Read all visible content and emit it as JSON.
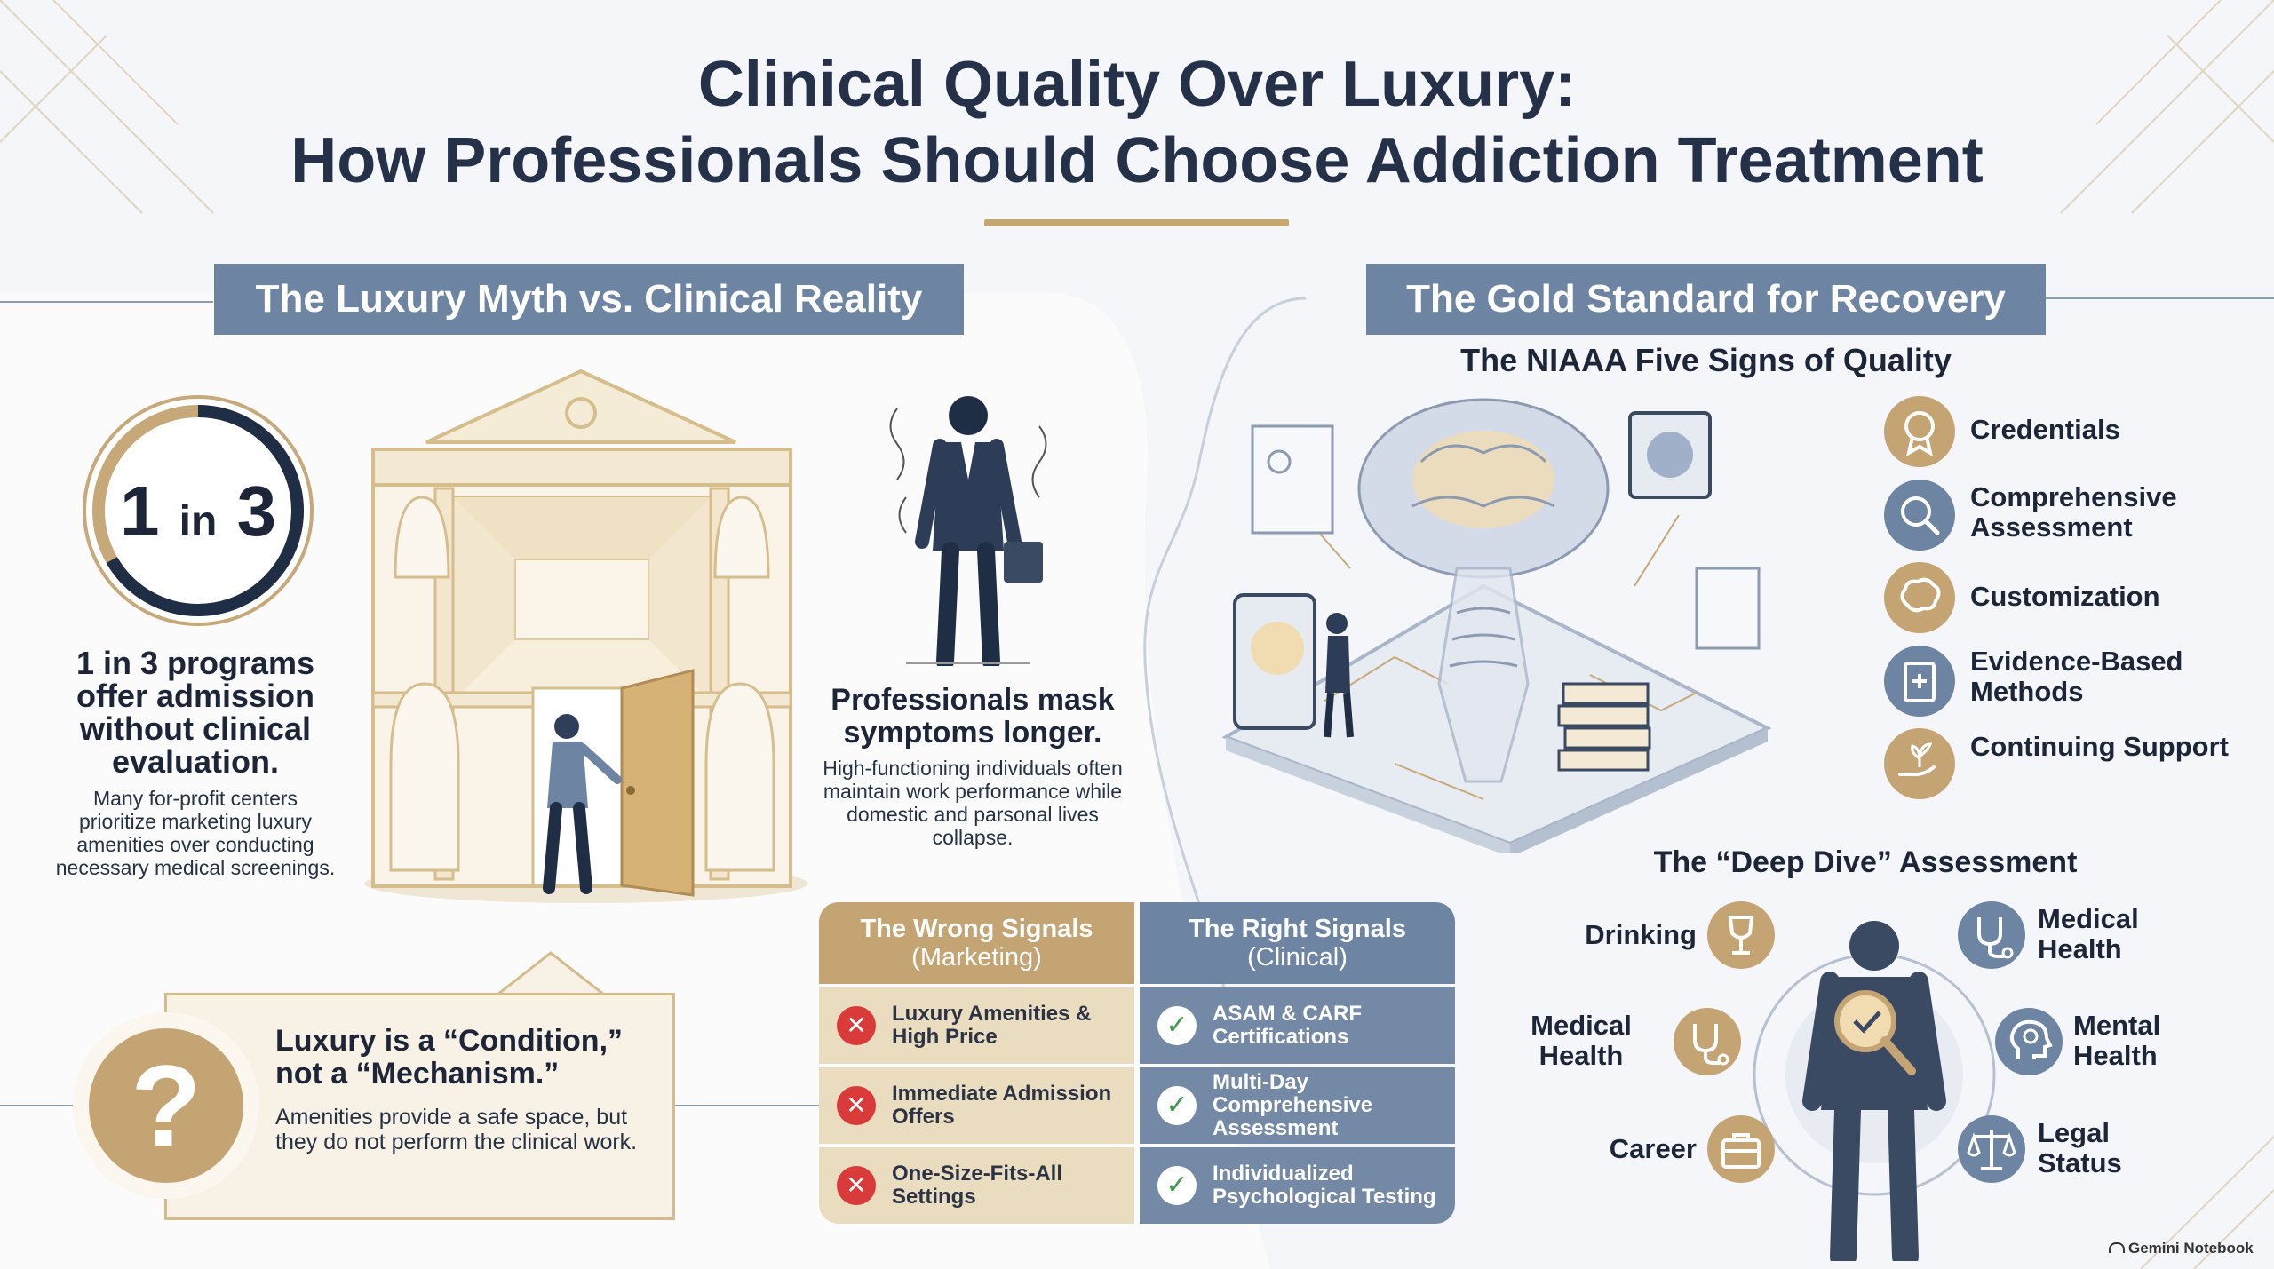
{
  "title": {
    "line1": "Clinical Quality Over Luxury:",
    "line2": "How Professionals Should Choose Addiction Treatment"
  },
  "left_section": {
    "banner": "The Luxury Myth vs. Clinical Reality",
    "stat": {
      "ring_number_a": "1",
      "ring_word": "in",
      "ring_number_b": "3",
      "ring_fraction": 0.333,
      "headline": "1 in 3 programs offer admission without clinical evaluation.",
      "detail": "Many for-profit centers prioritize marketing luxury amenities over conducting necessary medical screenings."
    },
    "professionals": {
      "headline": "Professionals mask symptoms longer.",
      "detail": "High-functioning individuals often maintain work performance while domestic and parsonal lives collapse."
    },
    "callout": {
      "icon_glyph": "?",
      "headline": "Luxury is a “Condition,” not a “Mechanism.”",
      "detail": "Amenities provide a safe space, but they do not perform the clinical work."
    }
  },
  "signals_table": {
    "wrong_header": "The Wrong Signals",
    "wrong_sub": "(Marketing)",
    "right_header": "The Right Signals",
    "right_sub": "(Clinical)",
    "wrong_icon": "✕",
    "right_icon": "✓",
    "wrong": [
      "Luxury Amenities & High Price",
      "Immediate Admission Offers",
      "One-Size-Fits-All Settings"
    ],
    "right": [
      "ASAM & CARF Certifications",
      "Multi-Day Comprehensive Assessment",
      "Individualized Psychological Testing"
    ]
  },
  "right_section": {
    "banner": "The Gold Standard for Recovery",
    "niaaa_title": "The NIAAA Five Signs of Quality",
    "signs": [
      {
        "label": "Credentials",
        "icon": "ribbon-icon"
      },
      {
        "label": "Comprehensive Assessment",
        "icon": "magnifier-icon"
      },
      {
        "label": "Customization",
        "icon": "brain-icon"
      },
      {
        "label": "Evidence-Based Methods",
        "icon": "clipboard-icon"
      },
      {
        "label": "Continuing Support",
        "icon": "hand-plant-icon"
      }
    ],
    "deep_dive_title": "The “Deep Dive” Assessment",
    "deep_dive": {
      "drinking": "Drinking",
      "medical_left": "Medical Health",
      "career": "Career",
      "medical_right": "Medical Health",
      "mental": "Mental Health",
      "legal": "Legal Status"
    }
  },
  "watermark": "Gemini Notebook",
  "colors": {
    "navy": "#243149",
    "gold": "#c5a474",
    "slate_blue": "#6e84a3",
    "error_red": "#d93a3a",
    "check_green": "#3d9a4c"
  }
}
